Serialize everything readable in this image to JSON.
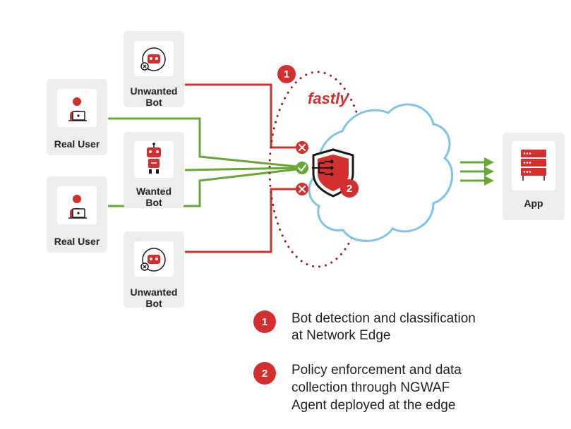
{
  "colors": {
    "red": "#d32f2f",
    "green": "#6aa538",
    "cloud_blue": "#7fc3e6",
    "card_bg": "#efedeb",
    "dotted": "#8a2020"
  },
  "sources": [
    {
      "label_lines": [
        "Unwanted",
        "Bot"
      ],
      "icon": "unwanted-bot-icon"
    },
    {
      "label_lines": [
        "Real User"
      ],
      "icon": "real-user-icon"
    },
    {
      "label_lines": [
        "Wanted",
        "Bot"
      ],
      "icon": "wanted-bot-icon"
    },
    {
      "label_lines": [
        "Real User"
      ],
      "icon": "real-user-icon"
    },
    {
      "label_lines": [
        "Unwanted",
        "Bot"
      ],
      "icon": "unwanted-bot-icon"
    }
  ],
  "brand": "fastly",
  "destination": {
    "label": "App",
    "icon": "server-rack-icon"
  },
  "markers": [
    "1",
    "2"
  ],
  "legend": [
    {
      "number": "1",
      "lines": [
        "Bot detection and classification",
        "at Network Edge"
      ]
    },
    {
      "number": "2",
      "lines": [
        "Policy enforcement and data",
        "collection through NGWAF",
        "Agent deployed at the edge"
      ]
    }
  ]
}
